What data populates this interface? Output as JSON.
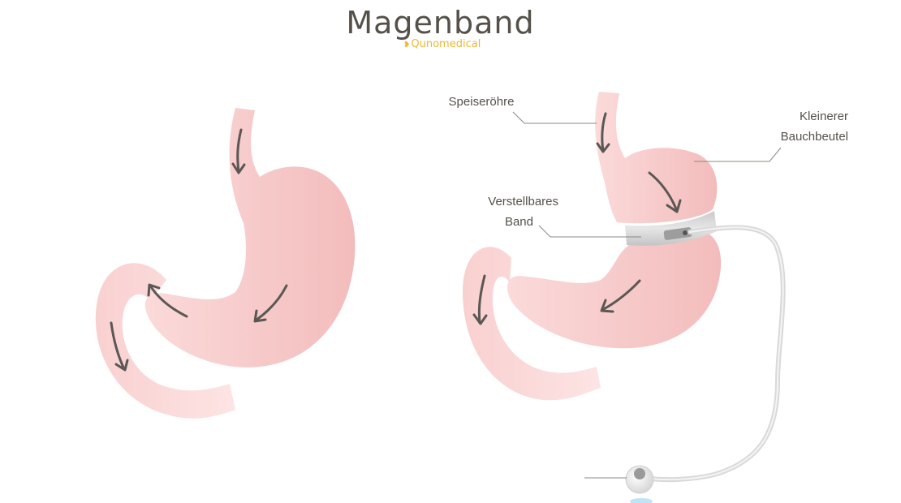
{
  "header": {
    "title": "Magenband",
    "brand": "Qunomedical"
  },
  "labels": {
    "esophagus": "Speiseröhre",
    "small_pouch_line1": "Kleinerer",
    "small_pouch_line2": "Bauchbeutel",
    "band_line1": "Verstellbares",
    "band_line2": "Band"
  },
  "colors": {
    "stomach_fill": "#f7c5c5",
    "arrow": "#5a5754",
    "band": "#d5d5d5",
    "text": "#555049",
    "brand": "#f2b632"
  }
}
